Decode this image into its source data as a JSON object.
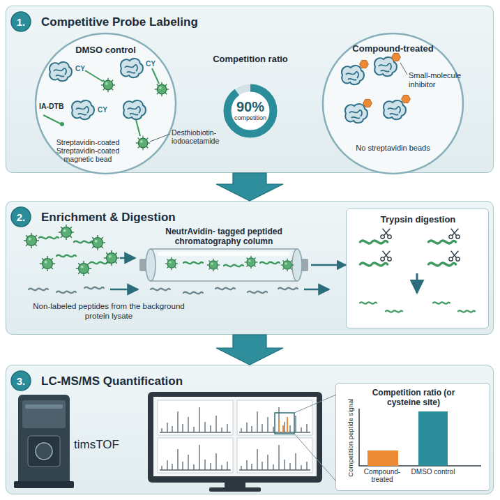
{
  "diagram": {
    "nodes": [
      {
        "text": [
          "Competitive Probe Labeling"
        ]
      },
      {
        "text": [
          "1."
        ],
        "in": 0
      },
      {
        "text": [
          "DMSO control"
        ],
        "in": 0
      },
      {
        "text": [
          "Competition ratio",
          "90%",
          "competition"
        ],
        "in": 0
      },
      {
        "text": [
          "Compound-treated",
          "Small-molecule inhibitor",
          "No streptavidin beads"
        ],
        "in": 0
      },
      {
        "text": [
          "Enrichment & Digestion"
        ]
      },
      {
        "text": [
          "2."
        ],
        "in": 5
      },
      {
        "text": [
          "NeutrAvidin- tagged peptided chromatography column"
        ],
        "in": 5
      },
      {
        "text": [
          "Trypsin digestion"
        ],
        "in": 5
      },
      {
        "text": [
          "LC-MS/MS Quantification"
        ]
      },
      {
        "text": [
          "3."
        ],
        "in": 9
      },
      {
        "text": [
          "Competition ratio (or cysteine site)"
        ],
        "in": 9
      }
    ],
    "edges": [
      {
        "from": 0,
        "to": 5,
        "arrow": "to"
      },
      {
        "from": 5,
        "to": 9,
        "arrow": "to"
      },
      {
        "from": 7,
        "to": 8,
        "arrow": "to"
      }
    ],
    "labels": [
      "CY",
      "CY",
      "CY",
      "IA-DTB",
      "Streptavidin-coated Streptavidin-coated magnetic bead",
      "Desthiobiotin-iodoacetamide",
      "Non-labeled peptides from the background protein lysate",
      "timsTOF",
      "Competition peptide signal",
      "Compound-treated",
      "DMSO control"
    ]
  }
}
